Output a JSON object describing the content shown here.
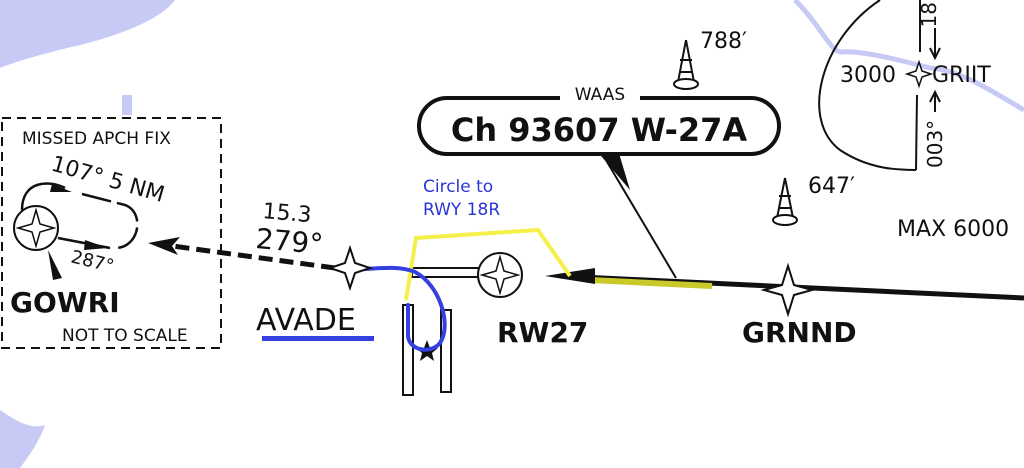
{
  "colors": {
    "water": "#c8caf6",
    "highlight_yellow": "#f5f04a",
    "route_blue": "#3440e0",
    "chart_black": "#111111",
    "annotation_blue": "#2a35d8"
  },
  "missed_approach_box": {
    "title": "MISSED APCH FIX",
    "note": "NOT TO SCALE",
    "hold_course": "107° 5 NM",
    "inbound_course": "287°",
    "fix": "GOWRI"
  },
  "missed_leg": {
    "distance": "15.3",
    "course": "279°"
  },
  "fixes": {
    "avade": "AVADE",
    "rw27": "RW27",
    "grnnd": "GRNND",
    "griit": "GRIIT"
  },
  "griit": {
    "altitude": "3000",
    "course_north": "18",
    "course_south": "003°"
  },
  "callout": {
    "header": "WAAS",
    "channel": "Ch 93607 W-27A"
  },
  "obstacles": [
    {
      "elevation": "788′"
    },
    {
      "elevation": "647′"
    }
  ],
  "max_altitude": "MAX 6000",
  "annotation": {
    "line1": "Circle to",
    "line2": "RWY 18R"
  }
}
